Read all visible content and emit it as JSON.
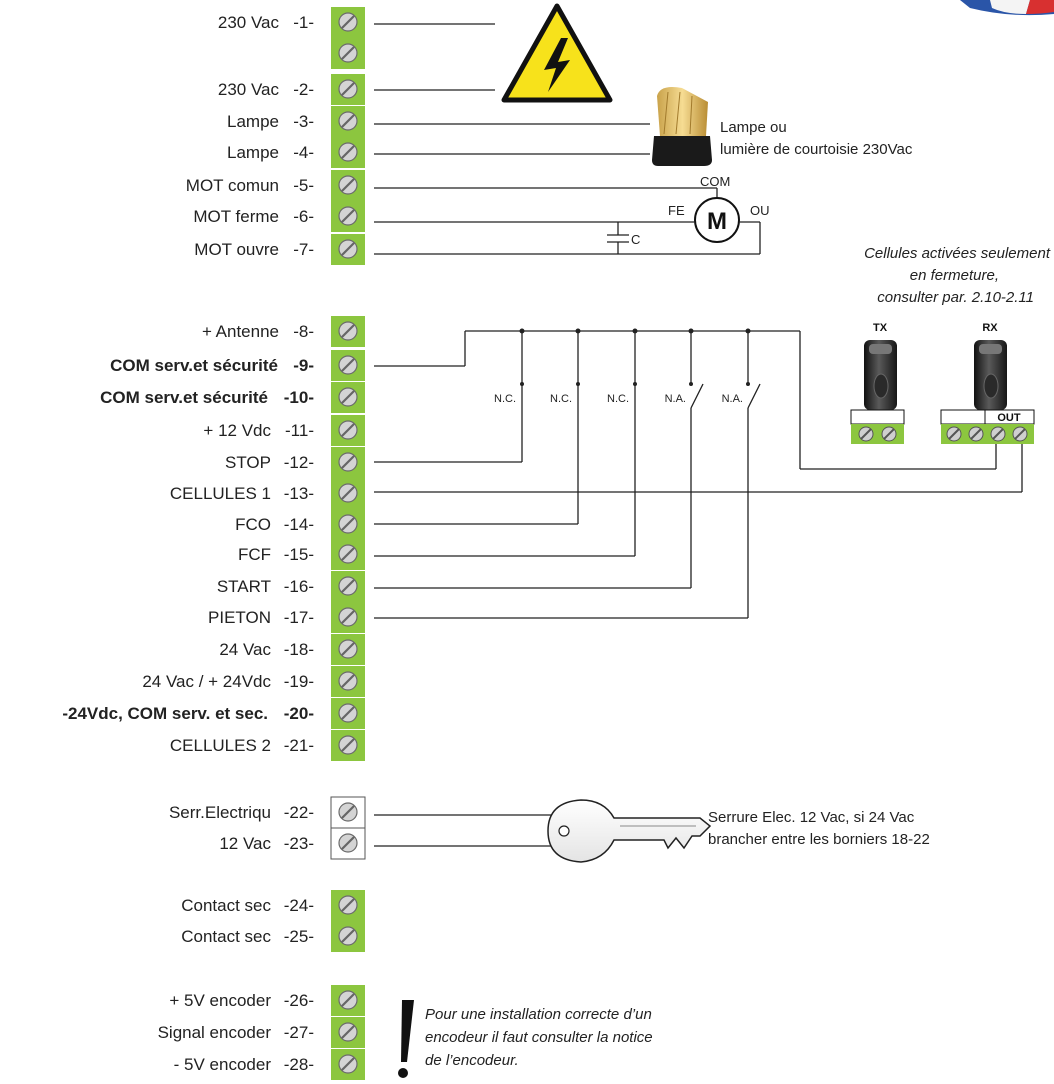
{
  "terminals": [
    {
      "name": "230 Vac",
      "num": "-1-",
      "bold": false
    },
    {
      "name": "",
      "num": "",
      "bold": false
    },
    {
      "name": "230 Vac",
      "num": "-2-",
      "bold": false
    },
    {
      "name": "Lampe",
      "num": "-3-",
      "bold": false
    },
    {
      "name": "Lampe",
      "num": "-4-",
      "bold": false
    },
    {
      "name": "MOT comun",
      "num": "-5-",
      "bold": false
    },
    {
      "name": "MOT ferme",
      "num": "-6-",
      "bold": false
    },
    {
      "name": "MOT ouvre",
      "num": "-7-",
      "bold": false
    },
    {
      "name": "+ Antenne",
      "num": "-8-",
      "bold": false
    },
    {
      "name": "COM serv.et sécurité",
      "num": "-9-",
      "bold": true
    },
    {
      "name": "COM serv.et sécurité",
      "num": "-10-",
      "bold": true
    },
    {
      "name": "+ 12 Vdc",
      "num": "-11-",
      "bold": false
    },
    {
      "name": "STOP",
      "num": "-12-",
      "bold": false
    },
    {
      "name": "CELLULES 1",
      "num": "-13-",
      "bold": false
    },
    {
      "name": "FCO",
      "num": "-14-",
      "bold": false
    },
    {
      "name": "FCF",
      "num": "-15-",
      "bold": false
    },
    {
      "name": "START",
      "num": "-16-",
      "bold": false
    },
    {
      "name": "PIETON",
      "num": "-17-",
      "bold": false
    },
    {
      "name": "24 Vac",
      "num": "-18-",
      "bold": false
    },
    {
      "name": "24 Vac / + 24Vdc",
      "num": "-19-",
      "bold": false
    },
    {
      "name": "-24Vdc, COM serv. et sec.",
      "num": "-20-",
      "bold": true
    },
    {
      "name": "CELLULES 2",
      "num": "-21-",
      "bold": false
    },
    {
      "name": "Serr.Electriqu",
      "num": "-22-",
      "bold": false
    },
    {
      "name": "12 Vac",
      "num": "-23-",
      "bold": false
    },
    {
      "name": "Contact sec",
      "num": "-24-",
      "bold": false
    },
    {
      "name": "Contact sec",
      "num": "-25-",
      "bold": false
    },
    {
      "name": "+ 5V encoder",
      "num": "-26-",
      "bold": false
    },
    {
      "name": "Signal encoder",
      "num": "-27-",
      "bold": false
    },
    {
      "name": "- 5V encoder",
      "num": "-28-",
      "bold": false
    }
  ],
  "lamp_note": {
    "line1": "Lampe ou",
    "line2": "lumière de courtoisie 230Vac"
  },
  "motor": {
    "symbol": "M",
    "com": "COM",
    "fe": "FE",
    "ou": "OU",
    "capacitor": "C"
  },
  "cells_note": {
    "line1": "Cellules activées seulement",
    "line2": "en fermeture,",
    "line3": "consulter par. 2.10-2.11"
  },
  "photocells": {
    "tx": "TX",
    "rx": "RX",
    "out": "OUT"
  },
  "contacts": [
    "N.C.",
    "N.C.",
    "N.C.",
    "N.A.",
    "N.A."
  ],
  "lock_note": {
    "line1": "Serrure Elec. 12 Vac, si 24 Vac",
    "line2": "brancher entre les borniers 18-22"
  },
  "encoder_note": {
    "line1": "Pour une installation correcte d’un",
    "line2": "encodeur il faut consulter la notice",
    "line3": "de l’encodeur."
  },
  "colors": {
    "terminal_green": "#8cc63f",
    "terminal_white": "#ffffff",
    "warning_yellow": "#f7e21b",
    "wire": "#222222"
  }
}
